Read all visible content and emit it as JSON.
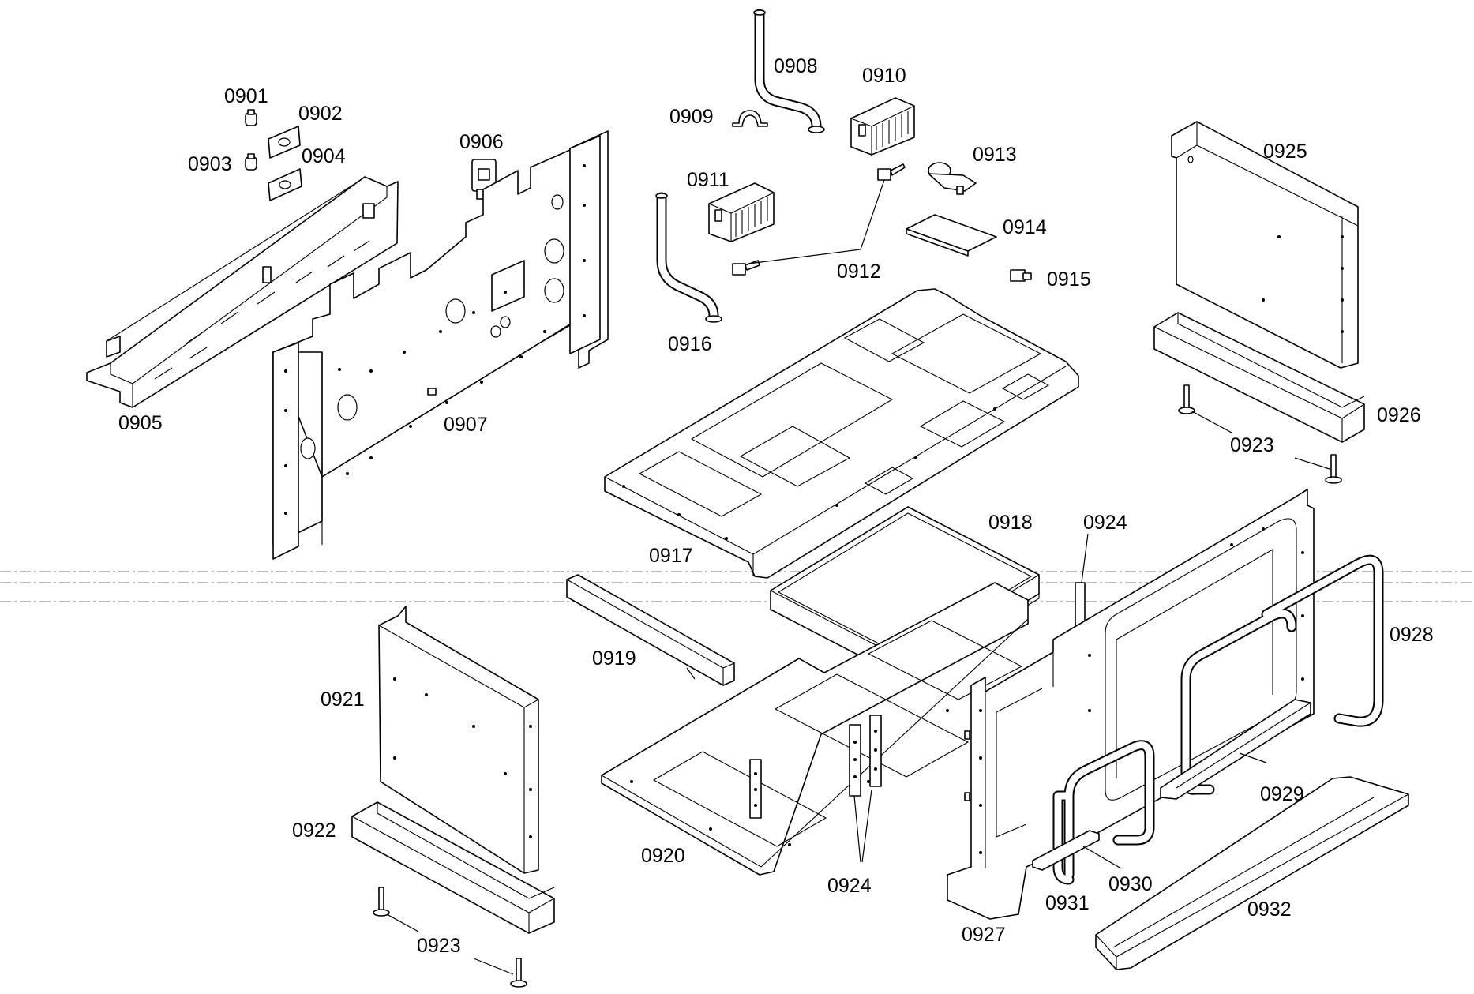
{
  "diagram": {
    "part_labels": {
      "p0901": "0901",
      "p0902": "0902",
      "p0903": "0903",
      "p0904": "0904",
      "p0905": "0905",
      "p0906": "0906",
      "p0907": "0907",
      "p0908": "0908",
      "p0909": "0909",
      "p0910": "0910",
      "p0911": "0911",
      "p0912": "0912",
      "p0913": "0913",
      "p0914": "0914",
      "p0915": "0915",
      "p0916": "0916",
      "p0917": "0917",
      "p0918": "0918",
      "p0919": "0919",
      "p0920": "0920",
      "p0921": "0921",
      "p0922": "0922",
      "p0923a": "0923",
      "p0923b": "0923",
      "p0924a": "0924",
      "p0924b": "0924",
      "p0925": "0925",
      "p0926": "0926",
      "p0927": "0927",
      "p0928": "0928",
      "p0929": "0929",
      "p0930": "0930",
      "p0931": "0931",
      "p0932": "0932"
    }
  }
}
